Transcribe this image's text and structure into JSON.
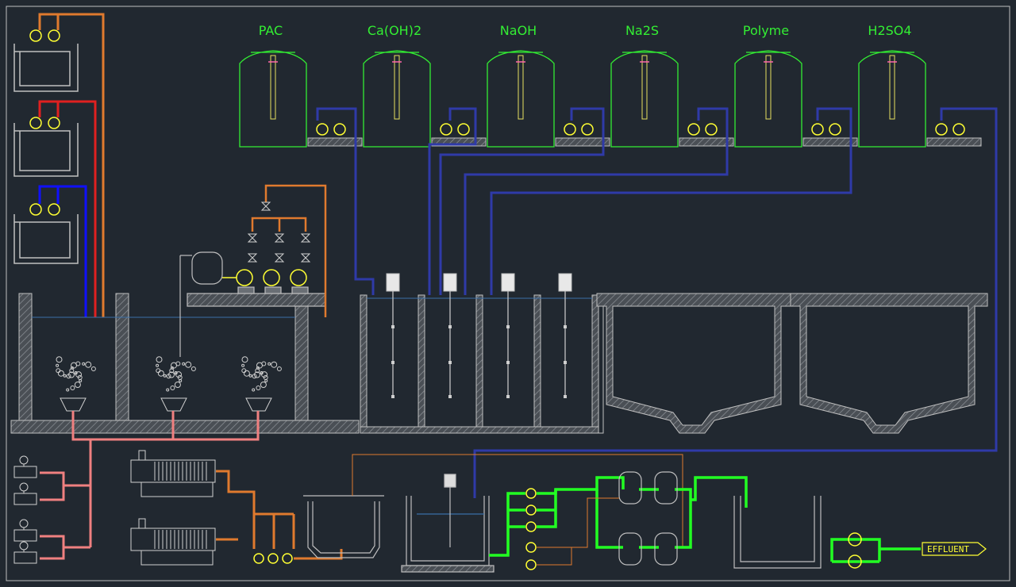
{
  "tanks": [
    {
      "label": "PAC"
    },
    {
      "label": "Ca(OH)2"
    },
    {
      "label": "NaOH"
    },
    {
      "label": "Na2S"
    },
    {
      "label": "Polyme"
    },
    {
      "label": "H2SO4"
    }
  ],
  "outlet": {
    "label": "EFFLUENT"
  },
  "colors": {
    "background": "#212830",
    "tank_outline": "#33ee33",
    "structure": "#bfbfbf",
    "chemical_line": "#2f3aa8",
    "sludge_line": "#f08080",
    "air_line": "#e07a2e",
    "red_line": "#e02020",
    "blue_line": "#1010ff",
    "treated_line": "#22ff22",
    "pump": "#ffff33"
  }
}
